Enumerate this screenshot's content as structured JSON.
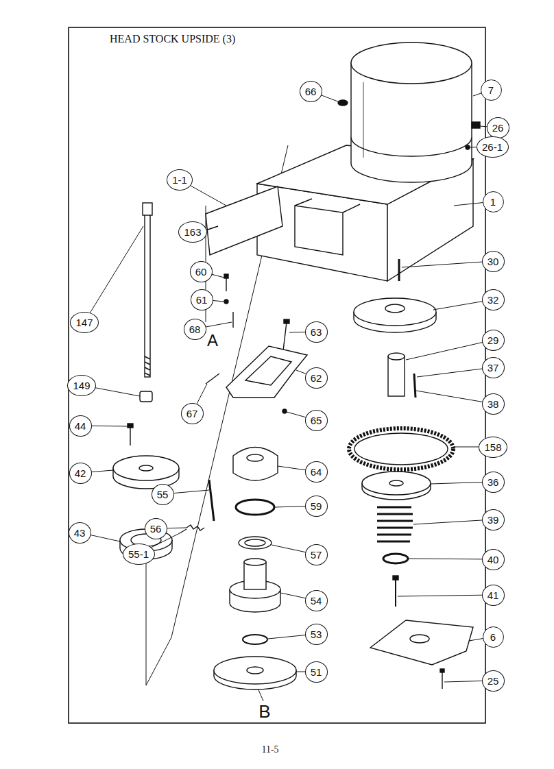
{
  "diagram": {
    "title": "HEAD STOCK UPSIDE (3)",
    "caption": "11-5",
    "nodes": [
      {
        "text": [
          "7"
        ]
      },
      {
        "text": [
          "66"
        ]
      },
      {
        "text": [
          "26"
        ]
      },
      {
        "text": [
          "26-1"
        ]
      },
      {
        "text": [
          "1-1"
        ]
      },
      {
        "text": [
          "1"
        ]
      },
      {
        "text": [
          "163"
        ]
      },
      {
        "text": [
          "30"
        ]
      },
      {
        "text": [
          "60"
        ]
      },
      {
        "text": [
          "61"
        ]
      },
      {
        "text": [
          "32"
        ]
      },
      {
        "text": [
          "147"
        ]
      },
      {
        "text": [
          "68"
        ]
      },
      {
        "text": [
          "63"
        ]
      },
      {
        "text": [
          "29"
        ]
      },
      {
        "text": [
          "37"
        ]
      },
      {
        "text": [
          "62"
        ]
      },
      {
        "text": [
          "149"
        ]
      },
      {
        "text": [
          "38"
        ]
      },
      {
        "text": [
          "67"
        ]
      },
      {
        "text": [
          "65"
        ]
      },
      {
        "text": [
          "44"
        ]
      },
      {
        "text": [
          "158"
        ]
      },
      {
        "text": [
          "64"
        ]
      },
      {
        "text": [
          "42"
        ]
      },
      {
        "text": [
          "36"
        ]
      },
      {
        "text": [
          "55"
        ]
      },
      {
        "text": [
          "59"
        ]
      },
      {
        "text": [
          "39"
        ]
      },
      {
        "text": [
          "56"
        ]
      },
      {
        "text": [
          "43"
        ]
      },
      {
        "text": [
          "55-1"
        ]
      },
      {
        "text": [
          "57"
        ]
      },
      {
        "text": [
          "40"
        ]
      },
      {
        "text": [
          "41"
        ]
      },
      {
        "text": [
          "54"
        ]
      },
      {
        "text": [
          "53"
        ]
      },
      {
        "text": [
          "6"
        ]
      },
      {
        "text": [
          "51"
        ]
      },
      {
        "text": [
          "25"
        ]
      }
    ],
    "labels": [
      "A",
      "B"
    ]
  }
}
